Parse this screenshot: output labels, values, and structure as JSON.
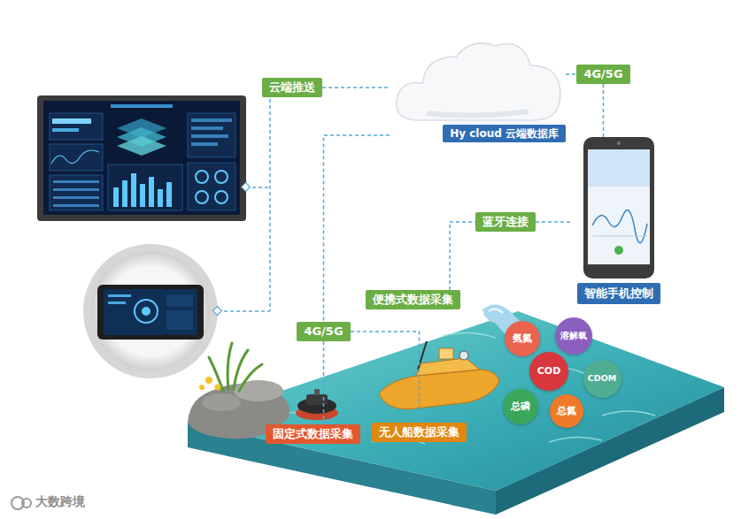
{
  "diagram": {
    "nodes": [
      {
        "text": [
          "云端推送"
        ]
      },
      {
        "text": [
          "Hy cloud 云端数据库"
        ]
      },
      {
        "text": [
          "4G/5G"
        ]
      },
      {
        "text": [
          "智能手机控制"
        ]
      },
      {
        "text": [
          "蓝牙连接"
        ]
      },
      {
        "text": [
          "便携式数据采集"
        ]
      },
      {
        "text": [
          "4G/5G"
        ]
      },
      {
        "text": [
          "固定式数据采集"
        ]
      },
      {
        "text": [
          "无人船数据采集"
        ]
      },
      {
        "text": [
          "氨氮"
        ]
      },
      {
        "text": [
          "溶解氧"
        ]
      },
      {
        "text": [
          "COD"
        ]
      },
      {
        "text": [
          "CDOM"
        ]
      },
      {
        "text": [
          "总磷"
        ]
      },
      {
        "text": [
          "总氮"
        ]
      }
    ],
    "edges": [
      {
        "from": 0,
        "to": 1,
        "arrow": "none"
      },
      {
        "from": 1,
        "to": 2,
        "arrow": "none"
      },
      {
        "from": 2,
        "to": 3,
        "arrow": "none"
      },
      {
        "from": 1,
        "to": 6,
        "arrow": "none"
      },
      {
        "from": 6,
        "to": 7,
        "arrow": "none"
      },
      {
        "from": 6,
        "to": 8,
        "arrow": "none"
      },
      {
        "from": 5,
        "to": 4,
        "arrow": "none"
      },
      {
        "from": 4,
        "to": 3,
        "arrow": "none"
      }
    ],
    "labels": [
      "大数跨境"
    ]
  }
}
